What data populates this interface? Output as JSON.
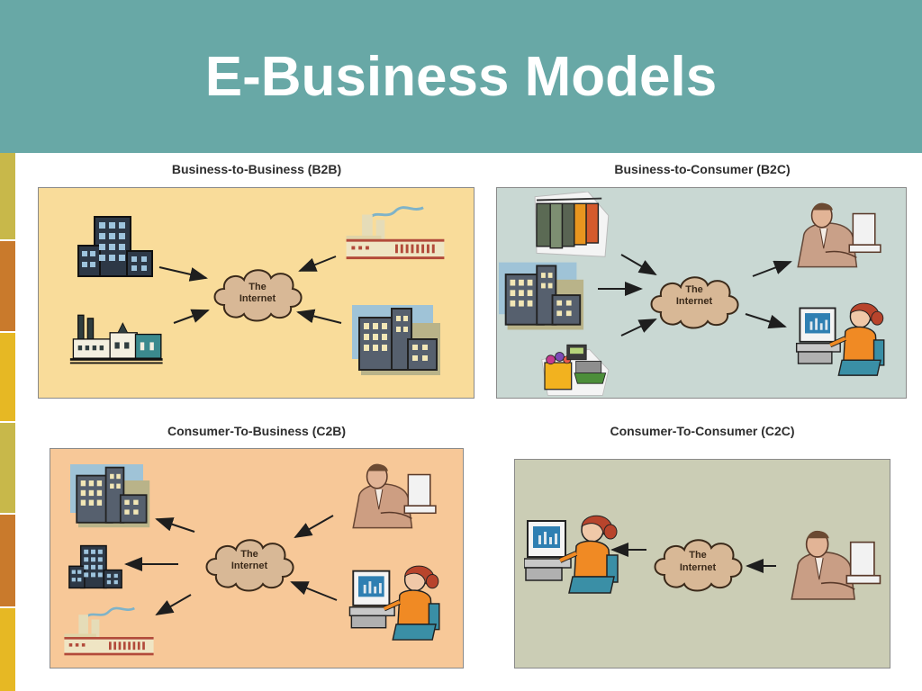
{
  "slide": {
    "title": "E-Business Models",
    "header_color": "#68a8a6",
    "stripe_colors": [
      "#c8b84a",
      "#c97a2c",
      "#e6b824",
      "#c8b84a",
      "#c97a2c",
      "#e6b824"
    ]
  },
  "panels": {
    "b2b": {
      "title": "Business-to-Business (B2B)",
      "bg": "#f9dc9a"
    },
    "b2c": {
      "title": "Business-to-Consumer (B2C)",
      "bg": "#c9d8d3"
    },
    "c2b": {
      "title": "Consumer-To-Business (C2B)",
      "bg": "#f7c898"
    },
    "c2c": {
      "title": "Consumer-To-Consumer (C2C)",
      "bg": "#cbcdb5"
    }
  },
  "cloud": {
    "line1": "The",
    "line2": "Internet",
    "fill": "#d8b896"
  },
  "icons": [
    "office-building-icon",
    "factory-icon",
    "clothing-rack-icon",
    "shopping-cart-icon",
    "businessman-computer-icon",
    "woman-computer-icon"
  ]
}
